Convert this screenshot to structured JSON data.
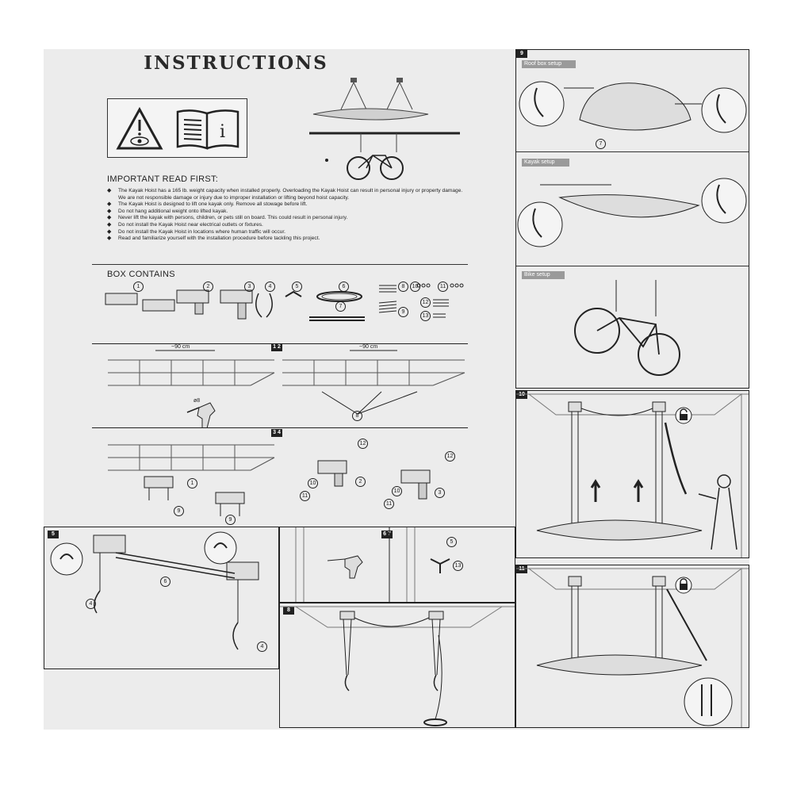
{
  "title": "INSTRUCTIONS",
  "important_heading": "IMPORTANT READ FIRST:",
  "warnings": [
    "The Kayak Hoist has a 165 lb. weight capacity when installed properly. Overloading the Kayak Hoist can result in personal injury or property damage. We are not responsible damage or injury due to improper installation or lifting beyond hoist capacity.",
    "The Kayak Hoist is designed to lift one kayak only. Remove all stowage before lift.",
    "Do not hang additional weight onto lifted kayak.",
    "Never lift the kayak with persons, children, or pets still on board. This could result in personal injury.",
    "Do not install the Kayak Hoist near electrical outlets or fixtures.",
    "Do not install the Kayak Hoist in locations where human traffic will occur.",
    "Read and familiarize yourself with the installation procedure before tackling this project."
  ],
  "box_heading": "BOX CONTAINS",
  "parts": [
    "1",
    "2",
    "3",
    "4",
    "5",
    "6",
    "7",
    "8",
    "9",
    "10",
    "11",
    "12",
    "13"
  ],
  "measure": "~90 cm",
  "drill_size": "ø8",
  "steps": {
    "s12": "1 2",
    "s34": "3 4",
    "s5": "5",
    "s67": "6 7",
    "s8": "8",
    "s9": "9",
    "s10": "10",
    "s11": "11"
  },
  "setups": {
    "roof": "Roof box setup",
    "kayak": "Kayak setup",
    "bike": "Bike setup"
  },
  "callouts": {
    "c1": "1",
    "c2": "2",
    "c3": "3",
    "c4": "4",
    "c5": "5",
    "c6": "6",
    "c7": "7",
    "c8": "8",
    "c9": "9",
    "c10": "10",
    "c11": "11",
    "c12": "12",
    "c13": "13"
  },
  "colors": {
    "ink": "#222222",
    "paper": "#ececec",
    "banner": "#9a9a9a"
  },
  "icons": [
    "warning-eye-icon",
    "manual-info-icon",
    "lock-open-icon",
    "lock-closed-icon"
  ]
}
